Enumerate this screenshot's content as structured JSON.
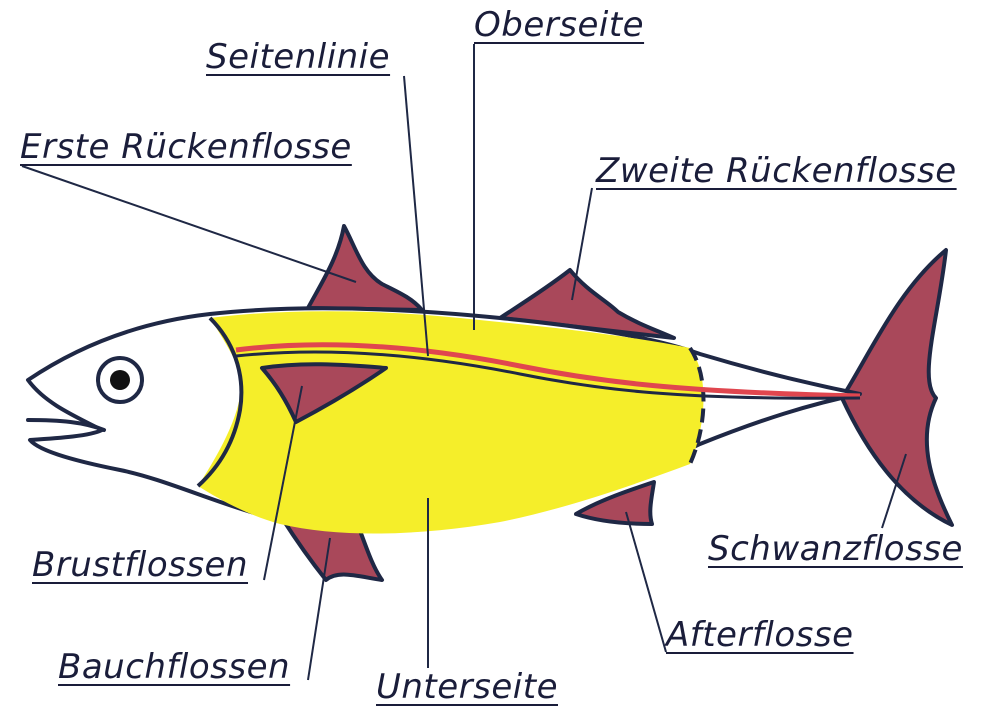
{
  "colors": {
    "outline": "#1f2845",
    "fin": "#a9485a",
    "fin_dark": "#7d2f40",
    "belly": "#f5ee2a",
    "lateral_line": "#e0464f",
    "head": "#ffffff",
    "label_text": "#1a1d3a"
  },
  "labels": {
    "oberseite": "Oberseite",
    "seitenlinie": "Seitenlinie",
    "erste_rueckenflosse": "Erste Rückenflosse",
    "zweite_rueckenflosse": "Zweite Rückenflosse",
    "brustflossen": "Brustflossen",
    "bauchflossen": "Bauchflossen",
    "unterseite": "Unterseite",
    "afterflosse": "Afterflosse",
    "schwanzflosse": "Schwanzflosse"
  }
}
